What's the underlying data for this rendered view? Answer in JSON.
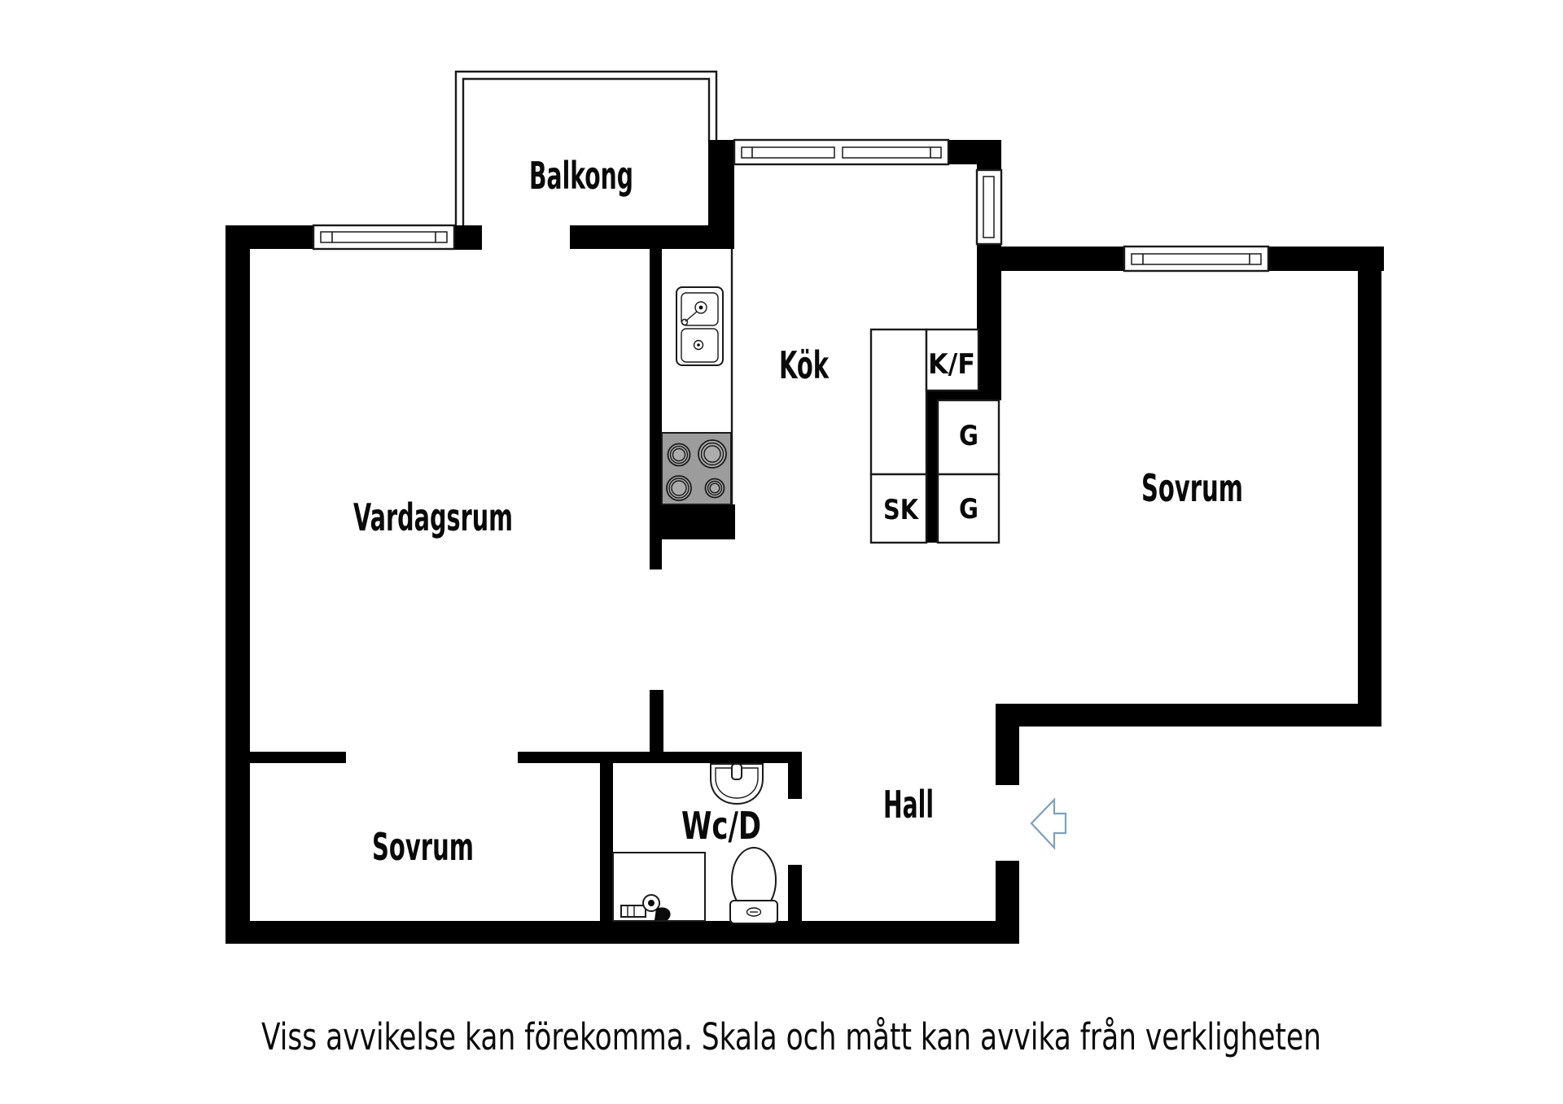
{
  "floor_plan": {
    "labels": {
      "balkong": "Balkong",
      "kok": "Kök",
      "sovrum_right": "Sovrum",
      "vardagsrum": "Vardagsrum",
      "sovrum_left": "Sovrum",
      "wcd": "Wc/D",
      "hall": "Hall"
    },
    "cabinets": {
      "kf": "K/F",
      "g_upper": "G",
      "g_lower": "G",
      "sk": "SK"
    },
    "caption": "Viss avvikelse kan förekomma. Skala och mått kan avvika från verkligheten",
    "colors": {
      "wall": "#000000",
      "line": "#1a1a1a",
      "stove_body": "#9c9c9c",
      "stove_burner": "#acacac",
      "entry_arrow": "#7f9fbe",
      "background": "#ffffff",
      "text": "#0a0a0a"
    }
  }
}
